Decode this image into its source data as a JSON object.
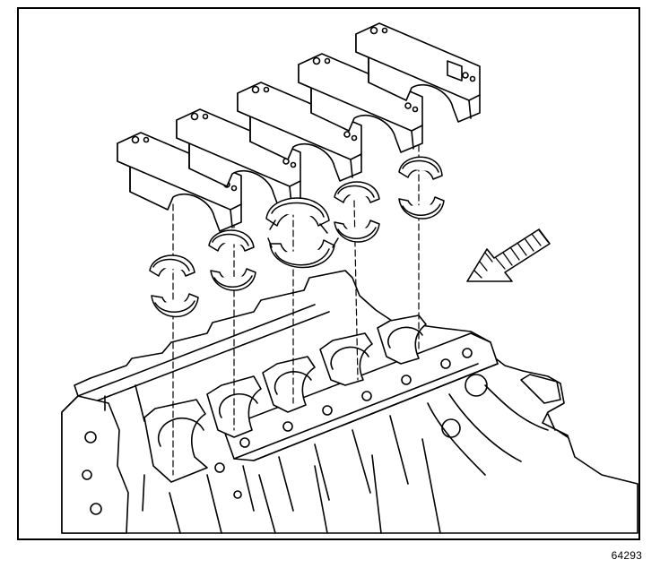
{
  "figure": {
    "number": "64293"
  },
  "colors": {
    "line": "#000000",
    "paper": "#ffffff"
  },
  "parts": [
    {
      "name": "main-bearing-cap",
      "count": 5
    },
    {
      "name": "main-bearing-upper-half",
      "count": 5
    },
    {
      "name": "main-bearing-lower-half",
      "count": 5
    }
  ],
  "icons": {
    "direction": "arrow-icon"
  }
}
